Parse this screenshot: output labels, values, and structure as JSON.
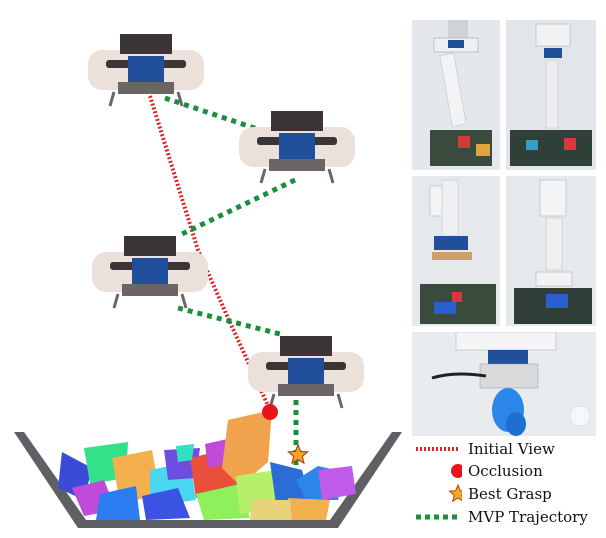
{
  "legend": [
    {
      "label": "Initial View",
      "symbol": "red-dotted-line-icon",
      "color": "#d62828"
    },
    {
      "label": "Occlusion",
      "symbol": "red-circle-icon",
      "color": "#e8141c"
    },
    {
      "label": "Best Grasp",
      "symbol": "orange-star-icon",
      "color": "#f5a623"
    },
    {
      "label": "MVP Trajectory",
      "symbol": "green-dotted-line-icon",
      "color": "#1a8f3c"
    }
  ],
  "colors": {
    "initial_view": "#d62828",
    "trajectory": "#1a8f3c",
    "occlusion": "#e8141c",
    "best_grasp": "#f5a623",
    "bin": "#5f6066",
    "camera_body": "#ece1da",
    "camera_dark": "#3b3536",
    "camera_blue": "#214f9b"
  },
  "photos": [
    {
      "name": "photo-robot-view-1"
    },
    {
      "name": "photo-robot-view-2"
    },
    {
      "name": "photo-robot-view-3"
    },
    {
      "name": "photo-robot-view-4"
    },
    {
      "name": "photo-grasped-object"
    }
  ]
}
